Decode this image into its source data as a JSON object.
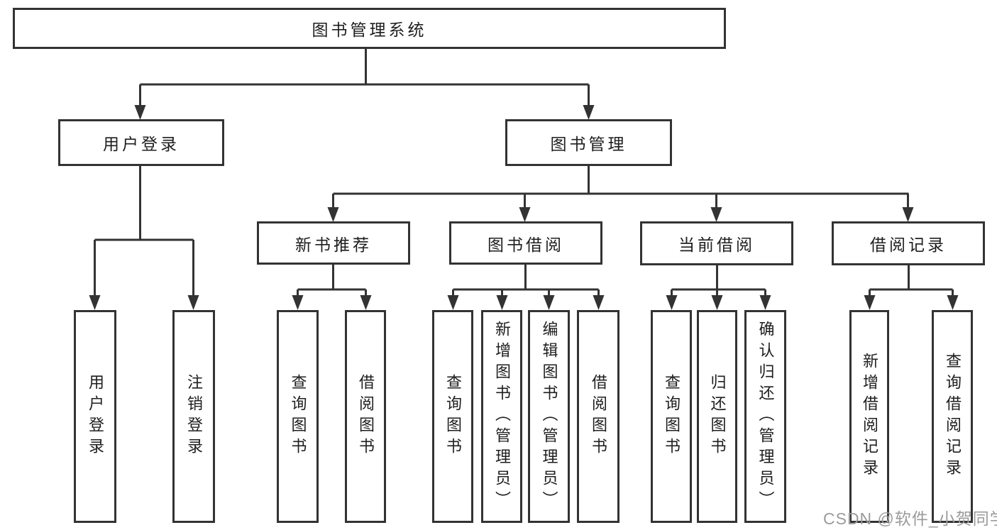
{
  "title": "图书管理系统",
  "branches": {
    "user": {
      "label": "用户登录",
      "leaves": [
        "用户登录",
        "注销登录"
      ]
    },
    "book": {
      "label": "图书管理",
      "groups": [
        {
          "label": "新书推荐",
          "leaves": [
            "查询图书",
            "借阅图书"
          ]
        },
        {
          "label": "图书借阅",
          "leaves": [
            "查询图书",
            "新增图书（管理员）",
            "编辑图书（管理员）",
            "借阅图书"
          ]
        },
        {
          "label": "当前借阅",
          "leaves": [
            "查询图书",
            "归还图书",
            "确认归还（管理员）"
          ]
        },
        {
          "label": "借阅记录",
          "leaves": [
            "新增借阅记录",
            "查询借阅记录"
          ]
        }
      ]
    }
  },
  "watermark": "CSDN @软件_小贺同学",
  "colors": {
    "line": "#333333",
    "text": "#1e1e1e",
    "watermark": "#9b9b9b",
    "background": "#ffffff"
  }
}
